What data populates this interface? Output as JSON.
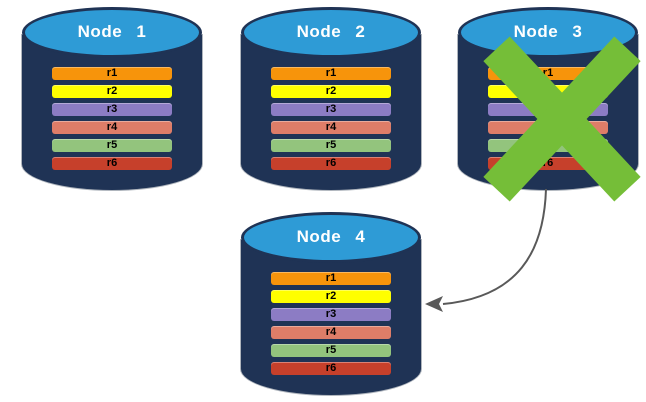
{
  "diagram": {
    "nodes": [
      {
        "label": "Node 1",
        "rows": [
          "r1",
          "r2",
          "r3",
          "r4",
          "r5",
          "r6"
        ],
        "failed": false
      },
      {
        "label": "Node 2",
        "rows": [
          "r1",
          "r2",
          "r3",
          "r4",
          "r5",
          "r6"
        ],
        "failed": false
      },
      {
        "label": "Node 3",
        "rows": [
          "r1",
          "r2",
          "r3",
          "r4",
          "r5",
          "r6"
        ],
        "failed": true
      },
      {
        "label": "Node 4",
        "rows": [
          "r1",
          "r2",
          "r3",
          "r4",
          "r5",
          "r6"
        ],
        "failed": false
      }
    ],
    "row_colors": [
      "#F7940B",
      "#FFFF00",
      "#8C7CC4",
      "#DE7D68",
      "#93C47D",
      "#C6402B"
    ],
    "colors": {
      "cylinder_body": "#1F3355",
      "cylinder_top": "#2E9BD6",
      "node_label_text": "#FFFFFF",
      "row_text": "#000000",
      "failure_x": "#75BE38",
      "arrow": "#595959"
    },
    "arrow": {
      "from_node": "Node 3",
      "to_node": "Node 4"
    }
  }
}
